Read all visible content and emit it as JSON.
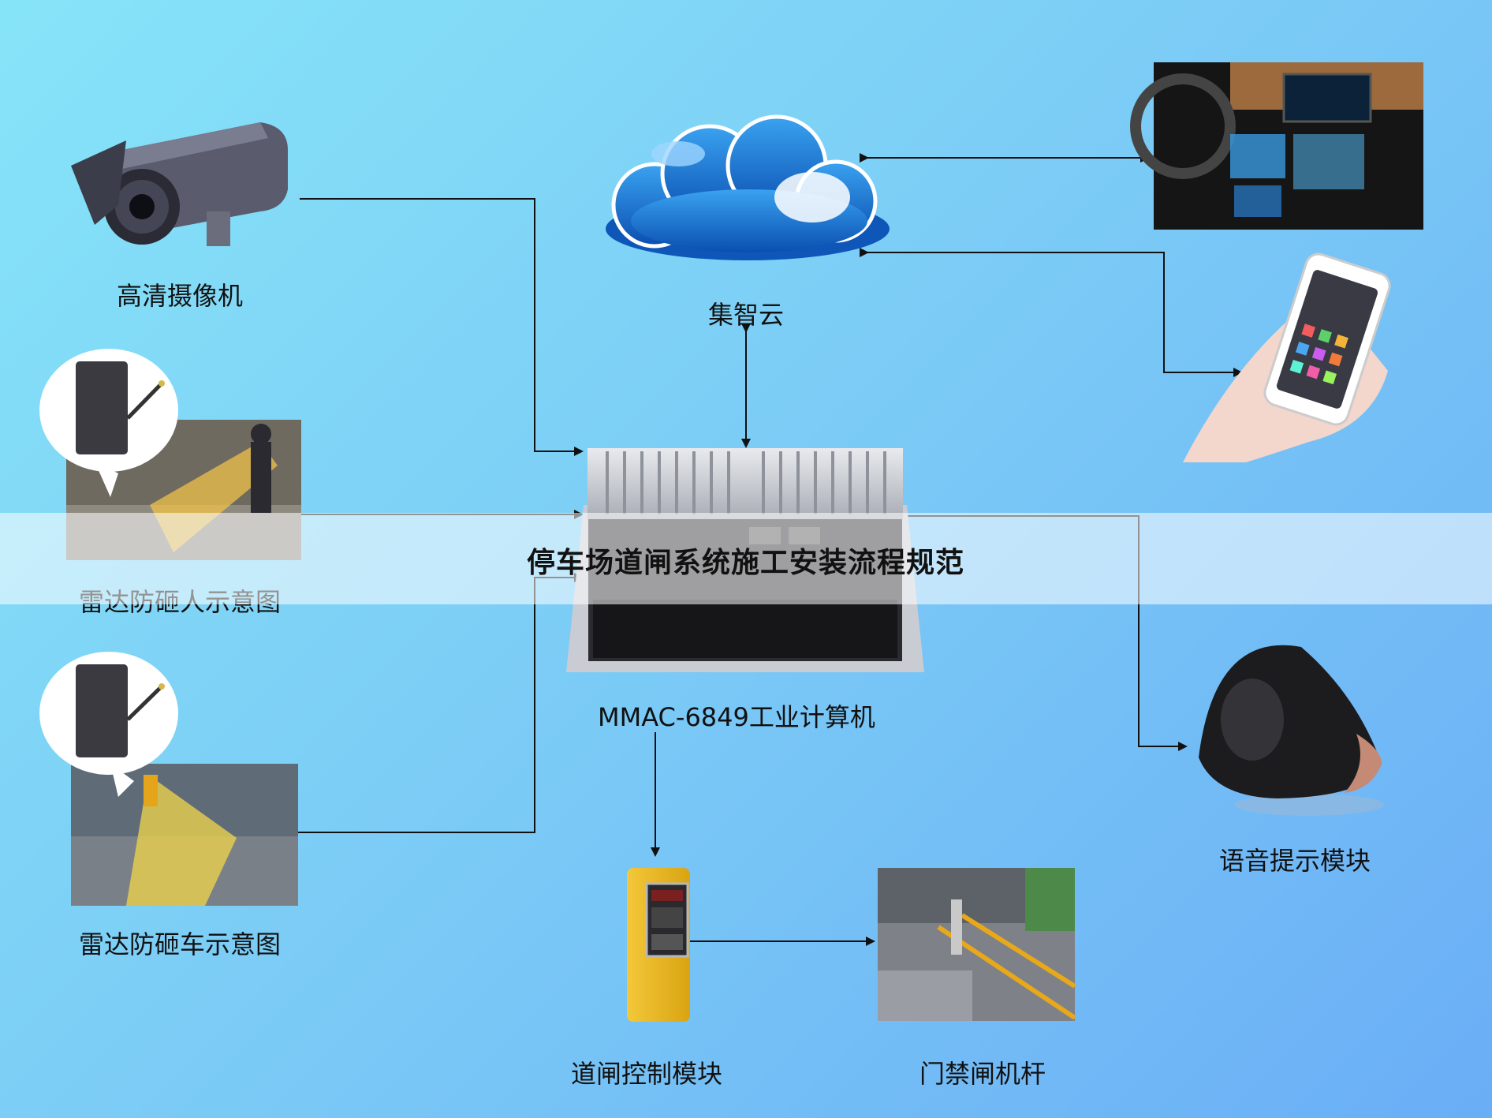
{
  "nodes": {
    "camera": "高清摄像机",
    "cloud": "集智云",
    "radar_person": "雷达防砸人示意图",
    "radar_car": "雷达防砸车示意图",
    "computer": "MMAC-6849工业计算机",
    "voice": "语音提示模块",
    "gate_control": "道闸控制模块",
    "barrier": "门禁闸机杆"
  },
  "banner": {
    "title": "停车场道闸系统施工安装流程规范"
  },
  "colors": {
    "background_from": "#86e4f8",
    "background_to": "#6aaef6",
    "line": "#111111"
  }
}
